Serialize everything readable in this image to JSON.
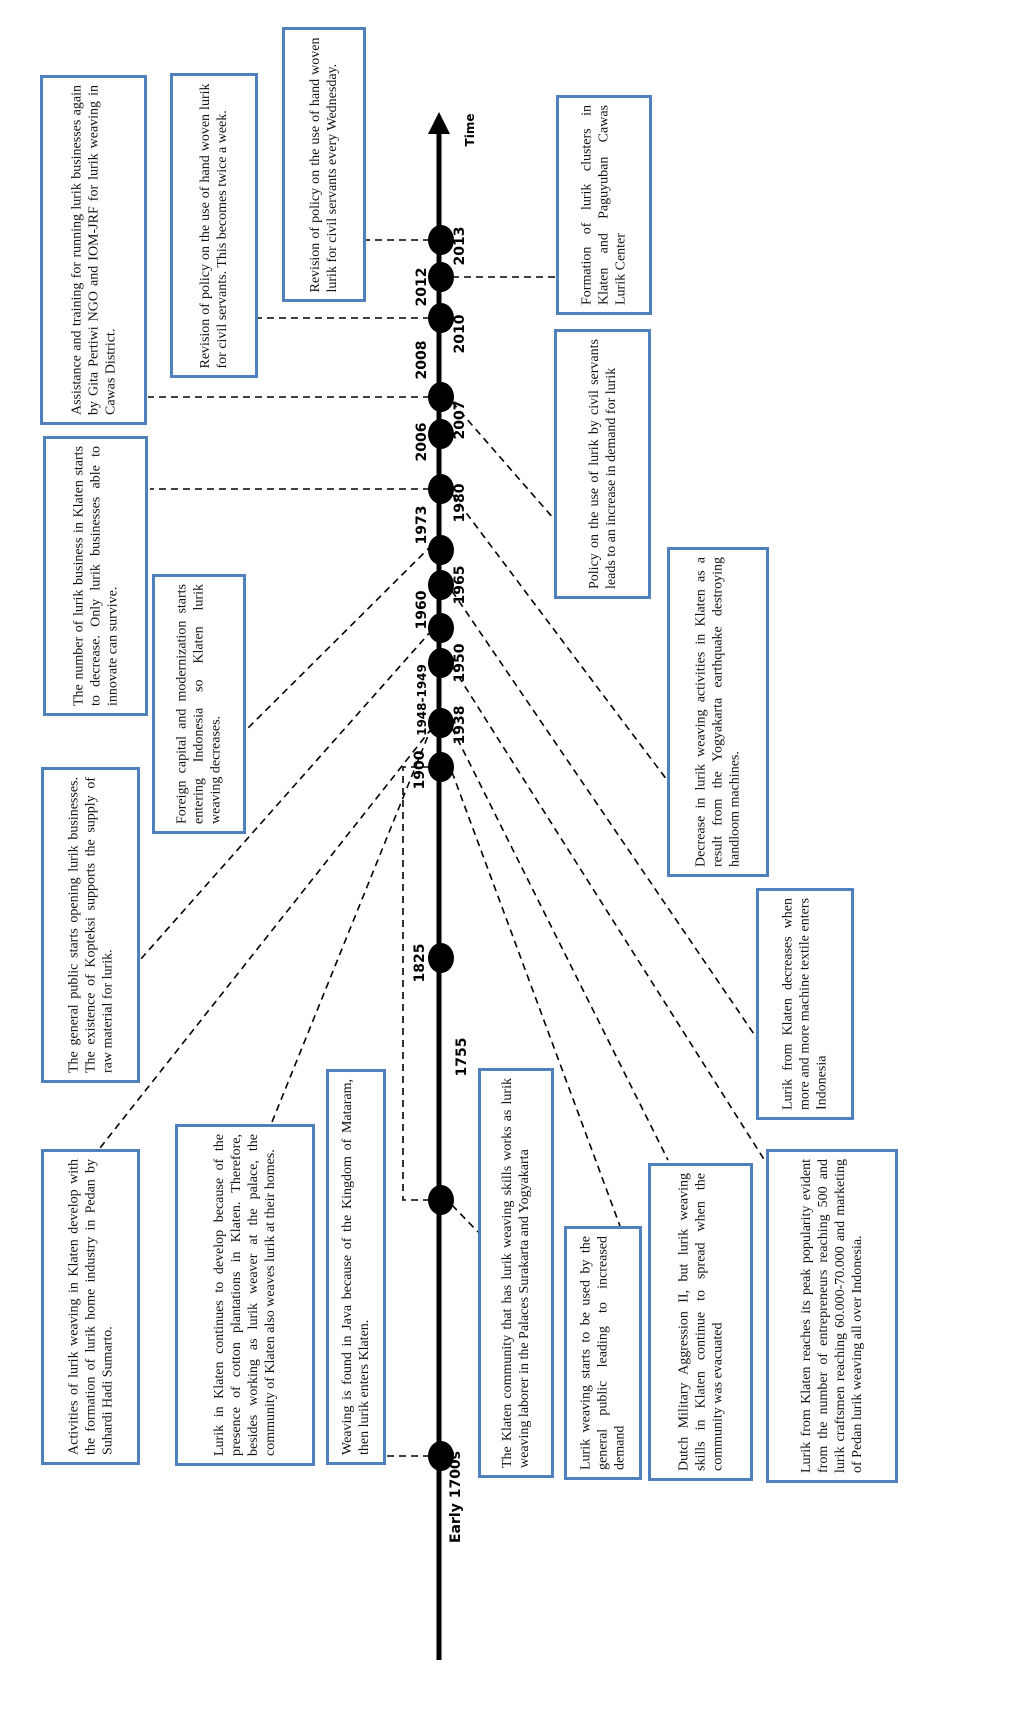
{
  "axis": {
    "start_label": "Early 1700s",
    "end_label": "Time"
  },
  "colors": {
    "box_border": "#4f81bd",
    "line": "#000000"
  },
  "years": {
    "y1755": "1755",
    "y1825": "1825",
    "y1900": "1900",
    "y1938": "1938",
    "y1948": "1948-1949",
    "y1950": "1950",
    "y1960": "1960",
    "y1965": "1965",
    "y1973": "1973",
    "y1980": "1980",
    "y2006": "2006",
    "y2007": "2007",
    "y2008": "2008",
    "y2010": "2010",
    "y2012": "2012",
    "y2013": "2013"
  },
  "events": {
    "activities_1900": "Activities of lurik weaving in Klaten develop with the formation of lurik home industry in Pedan by Suhardi Hadi Sumarto.",
    "general_public_1938": "The general public starts opening lurik businesses. The existence of Kopteksi supports the supply of raw material for lurik.",
    "number_decrease_1973": "The number of lurik business in Klaten starts to decrease. Only lurik businesses able to innovate can survive.",
    "assistance_2008": "Assistance and training for running lurik businesses again by Gita Pertiwi NGO and IOM-JRF for lurik weaving in Cawas District.",
    "lurik_continues_1825": "Lurik in Klaten continues to develop because of the presence of cotton plantations in Klaten. Therefore, besides working as lurik weaver at the palace, the community of Klaten also weaves lurik at their homes.",
    "foreign_capital_1960": "Foreign capital and modernization starts entering Indonesia so Klaten lurik weaving decreases.",
    "revision_twice_2010": "Revision of policy on the use of hand woven lurik for civil servants. This becomes twice a week.",
    "weaving_java_early": "Weaving is found in Java because of the Kingdom of Mataram, then lurik enters Klaten.",
    "revision_wed_2013": "Revision of policy on the use of hand woven lurik for civil servants every Wednesday.",
    "klaten_community_1755": "The Klaten community that has lurik weaving skills works as lurik weaving laborer in the Palaces Surakarta and Yogyakarta",
    "formation_clusters_2012": "Formation of lurik clusters in Klaten and Paguyuban Cawas Lurik Center",
    "policy_use_2007": "Policy on the use of lurik by civil servants leads to an increase in demand for lurik",
    "general_public_demand": "Lurik weaving starts to be used by the general public leading to increased demand",
    "dutch_1948": "Dutch Military Aggression II, but lurik weaving skills in Klaten continue to spread when the community was evacuated",
    "earthquake_2006": "Decrease in lurik weaving activities in Klaten as a result from the Yogyakarta earthquake destroying handloom machines.",
    "machine_textile_1965": "Lurik from Klaten decreases when more and more machine textile enters Indonesia",
    "peak_popularity_1950": "Lurik from Klaten reaches its peak popularity evident from the number of entrepreneurs reaching 500 and lurik craftsmen reaching 60.000-70.000 and marketing of Pedan lurik weaving all over Indonesia."
  }
}
